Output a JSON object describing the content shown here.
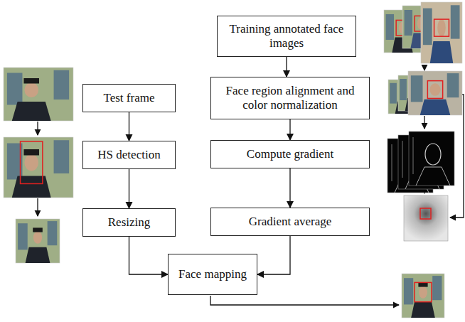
{
  "diagram": {
    "nodes": [
      {
        "text": [
          "Training annotated face images"
        ]
      },
      {
        "text": [
          "Test frame"
        ]
      },
      {
        "text": [
          "Face region alignment and color normalization"
        ]
      },
      {
        "text": [
          "HS detection"
        ]
      },
      {
        "text": [
          "Compute gradient"
        ]
      },
      {
        "text": [
          "Resizing"
        ]
      },
      {
        "text": [
          "Gradient average"
        ]
      },
      {
        "text": [
          "Face mapping"
        ]
      }
    ],
    "edges": [
      {
        "from": 0,
        "to": 2,
        "arrow": "to"
      },
      {
        "from": 1,
        "to": 3,
        "arrow": "to"
      },
      {
        "from": 2,
        "to": 4,
        "arrow": "to"
      },
      {
        "from": 3,
        "to": 5,
        "arrow": "to"
      },
      {
        "from": 4,
        "to": 6,
        "arrow": "to"
      },
      {
        "from": 5,
        "to": 7,
        "arrow": "to"
      },
      {
        "from": 6,
        "to": 7,
        "arrow": "to"
      }
    ]
  }
}
